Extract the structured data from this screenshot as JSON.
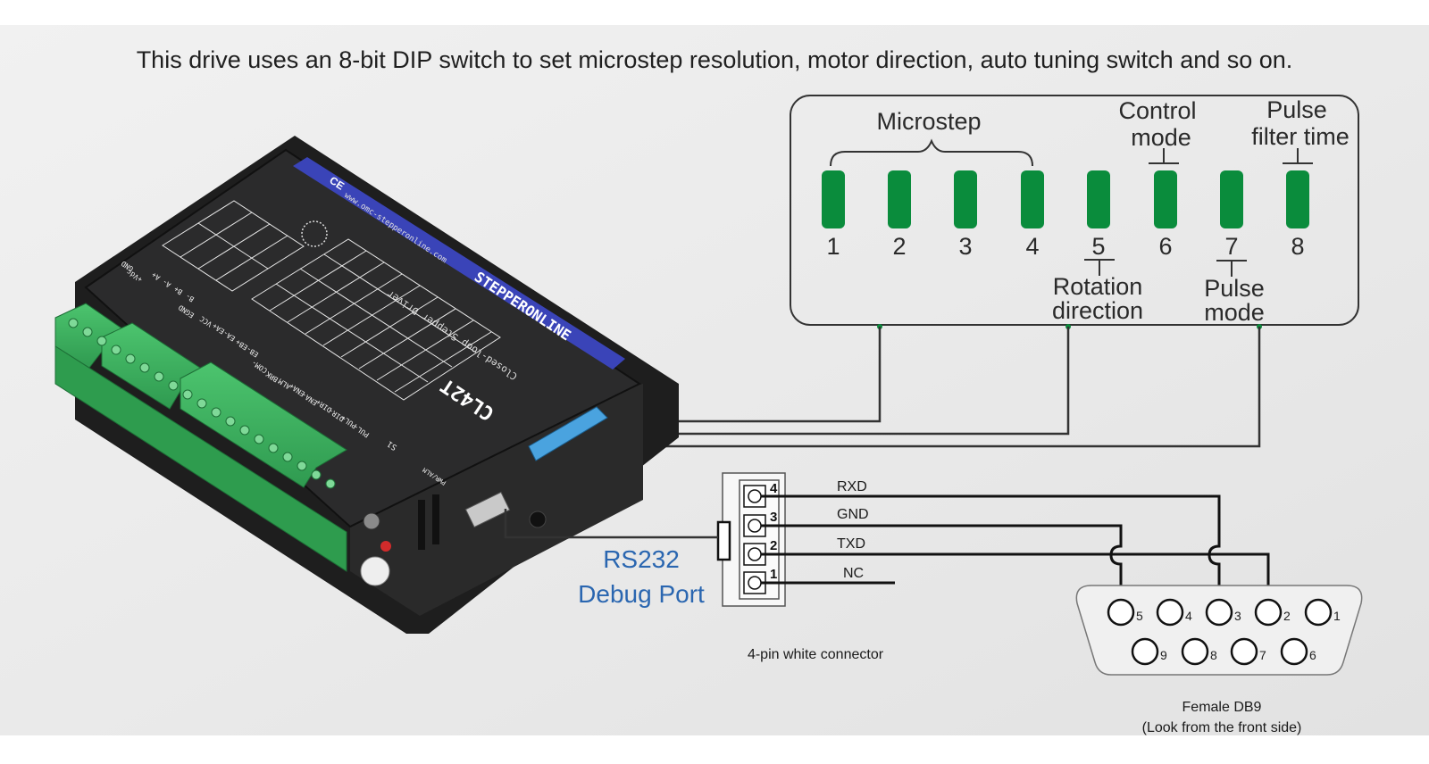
{
  "header": {
    "text": "This drive uses an 8-bit DIP switch to set microstep resolution, motor direction, auto tuning switch and so on."
  },
  "dip": {
    "labels": {
      "microstep": "Microstep",
      "control_mode_1": "Control",
      "control_mode_2": "mode",
      "pulse_filter_1": "Pulse",
      "pulse_filter_2": "filter time",
      "rotation_1": "Rotation",
      "rotation_2": "direction",
      "pulse_mode_1": "Pulse",
      "pulse_mode_2": "mode"
    },
    "switch_numbers": [
      "1",
      "2",
      "3",
      "4",
      "5",
      "6",
      "7",
      "8"
    ],
    "switch_color": "#0a8c3c"
  },
  "device": {
    "brand": "STEPPERONLINE",
    "model": "CL42T",
    "subtitle": "Closed-loop Stepper Driver",
    "website": "www.omc-stepperonline.com",
    "terminal_labels": [
      "GND",
      "+Vdc",
      "A+",
      "A-",
      "B+",
      "B-",
      "EGND",
      "VCC",
      "EA+",
      "EA-",
      "EB+",
      "EB-",
      "COM-",
      "BRK",
      "ALM",
      "ENA+",
      "ENA-",
      "DIR+",
      "DIR-",
      "PUL+",
      "PUL-"
    ],
    "s1_label": "S1",
    "pwr_label": "PWR/ALM"
  },
  "connector": {
    "pins": [
      "4",
      "3",
      "2",
      "1"
    ],
    "signals": [
      "RXD",
      "GND",
      "TXD",
      "NC"
    ],
    "caption": "4-pin white connector",
    "port_label_1": "RS232",
    "port_label_2": "Debug Port"
  },
  "db9": {
    "top_pins": [
      "5",
      "4",
      "3",
      "2",
      "1"
    ],
    "bottom_pins": [
      "9",
      "8",
      "7",
      "6"
    ],
    "caption_1": "Female DB9",
    "caption_2": "(Look from the front side)"
  }
}
